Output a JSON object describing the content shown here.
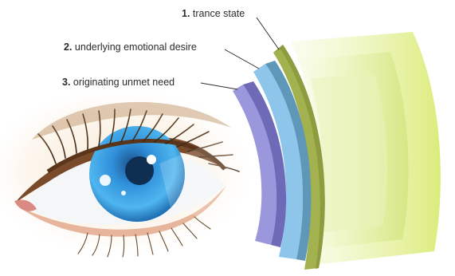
{
  "labels": [
    {
      "number": "1.",
      "text": "trance state"
    },
    {
      "number": "2.",
      "text": "underlying emotional desire"
    },
    {
      "number": "3.",
      "text": "originating unmet need"
    }
  ],
  "colors": {
    "layer_1": "#a3b24e",
    "layer_2": "#5f97b8",
    "layer_3": "#7672bf",
    "iris": "#2f8fd9",
    "screen": "#e4f08a"
  }
}
